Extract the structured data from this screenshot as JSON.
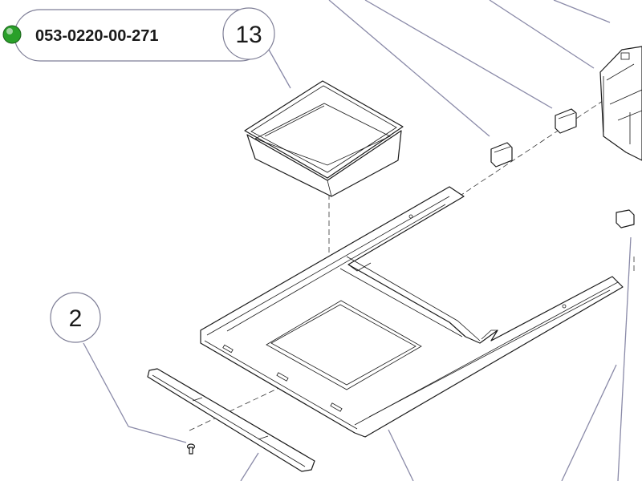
{
  "part_label": {
    "part_number": "053-0220-00-271",
    "indicator_color": "#2aa02a"
  },
  "callouts": {
    "tray": "13",
    "screw": "2"
  },
  "colors": {
    "leader_lines": "#8a8aa8",
    "linework": "#1a1a1a"
  }
}
